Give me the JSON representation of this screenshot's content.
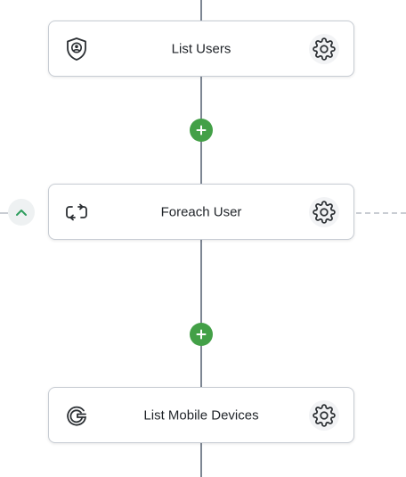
{
  "workflow": {
    "nodes": [
      {
        "label": "List Users",
        "icon": "shield-user-icon"
      },
      {
        "label": "Foreach User",
        "icon": "loop-icon"
      },
      {
        "label": "List Mobile Devices",
        "icon": "google-icon"
      }
    ],
    "settings_icon": "gear-icon",
    "add_step_icon": "plus-icon",
    "collapse_icon": "chevron-up-icon"
  },
  "colors": {
    "connector": "#7d8693",
    "add_button": "#43a047",
    "node_border": "#c7ccd3",
    "collapse_chevron": "#2e9e5e"
  }
}
